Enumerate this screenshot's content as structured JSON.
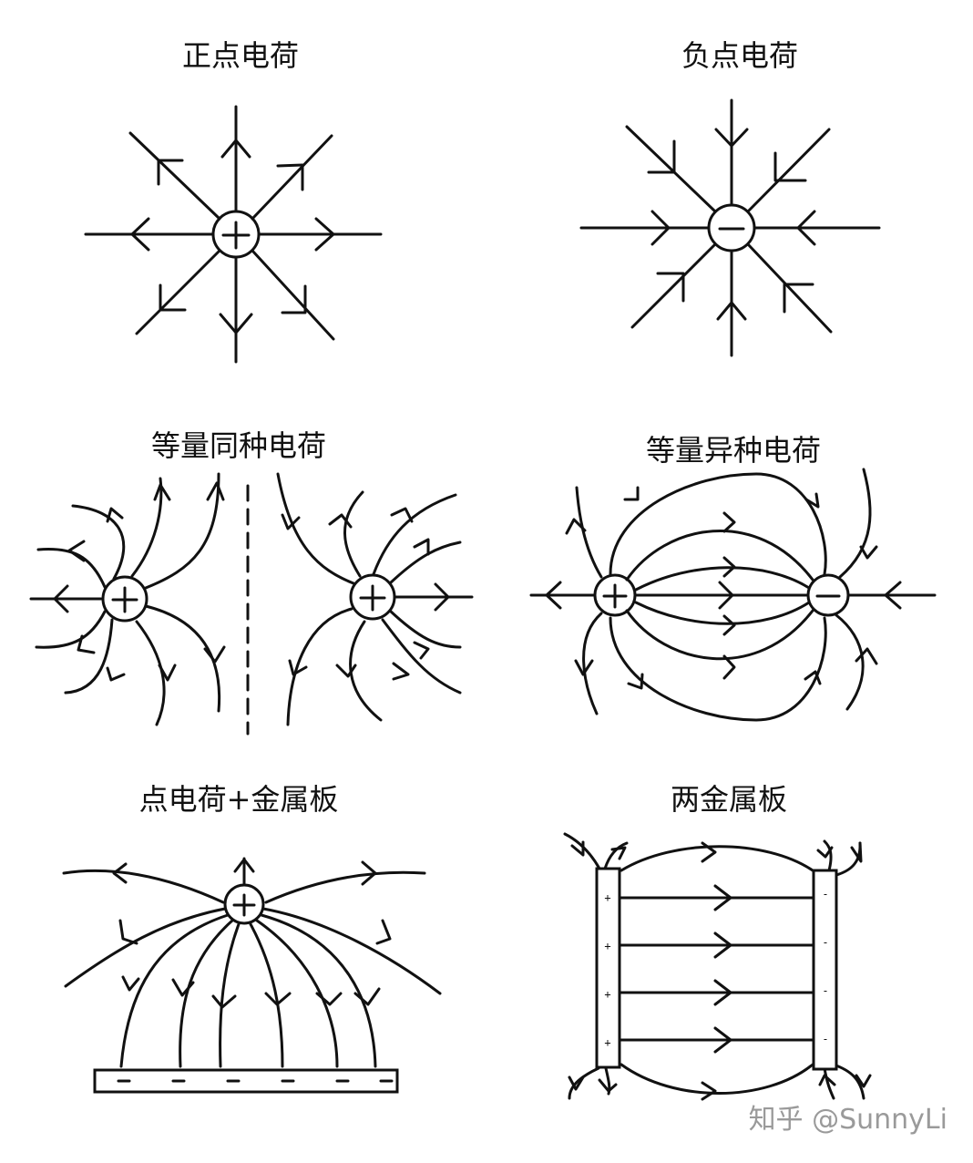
{
  "panels": [
    {
      "title": "正点电荷"
    },
    {
      "title": "负点电荷"
    },
    {
      "title": "等量同种电荷"
    },
    {
      "title": "等量异种电荷"
    },
    {
      "title": "点电荷+金属板"
    },
    {
      "title": "两金属板"
    }
  ],
  "plate_signs": {
    "plus": "+",
    "minus": "-"
  },
  "watermark": "知乎 @SunnyLi"
}
